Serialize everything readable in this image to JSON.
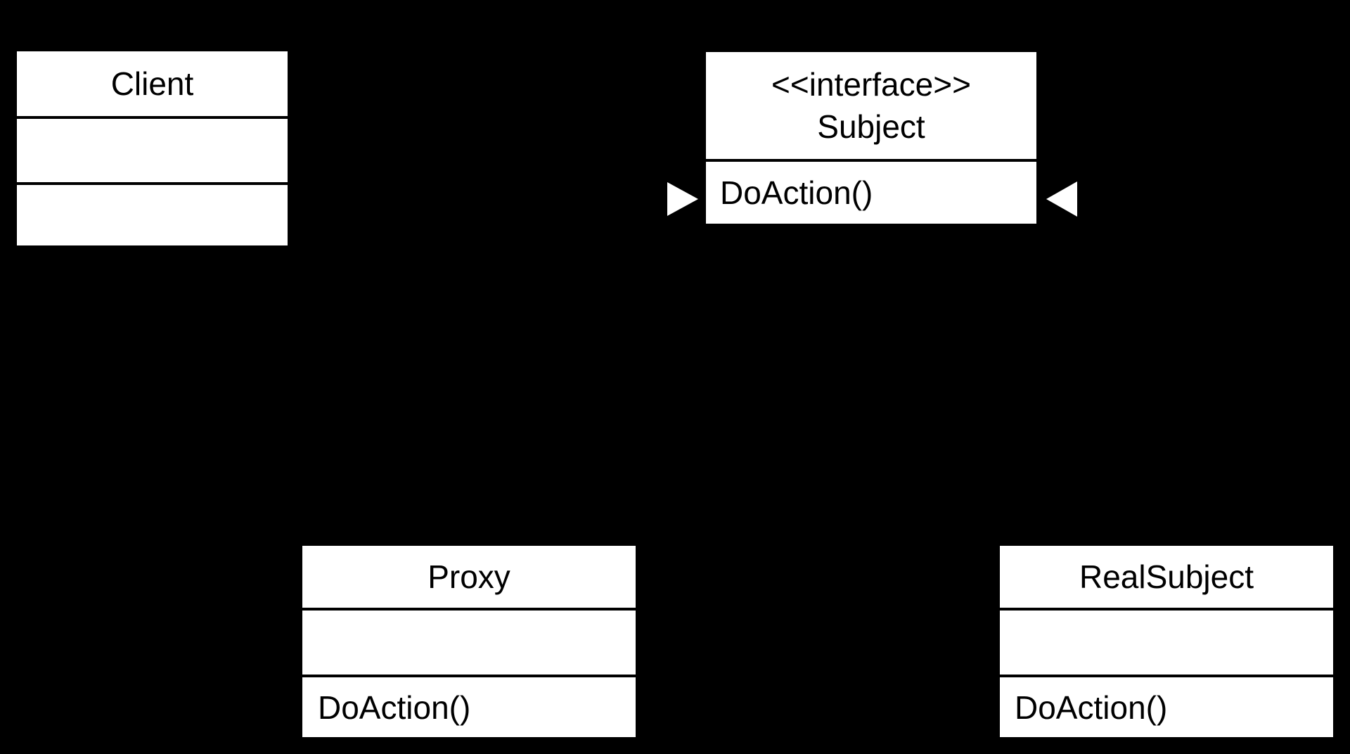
{
  "colors": {
    "background": "#000000",
    "class_fill": "#ffffff",
    "stroke": "#000000",
    "arrowhead_fill": "#ffffff"
  },
  "classes": {
    "client": {
      "name": "Client",
      "attributes": "",
      "methods": ""
    },
    "subject": {
      "stereotype": "<<interface>>",
      "name": "Subject",
      "method": "DoAction()"
    },
    "proxy": {
      "name": "Proxy",
      "attributes": "",
      "method": "DoAction()"
    },
    "real_subject": {
      "name": "RealSubject",
      "attributes": "",
      "method": "DoAction()"
    }
  },
  "icons": {
    "left_arrowhead": "hollow-triangle-pointing-right",
    "right_arrowhead": "hollow-triangle-pointing-left"
  }
}
